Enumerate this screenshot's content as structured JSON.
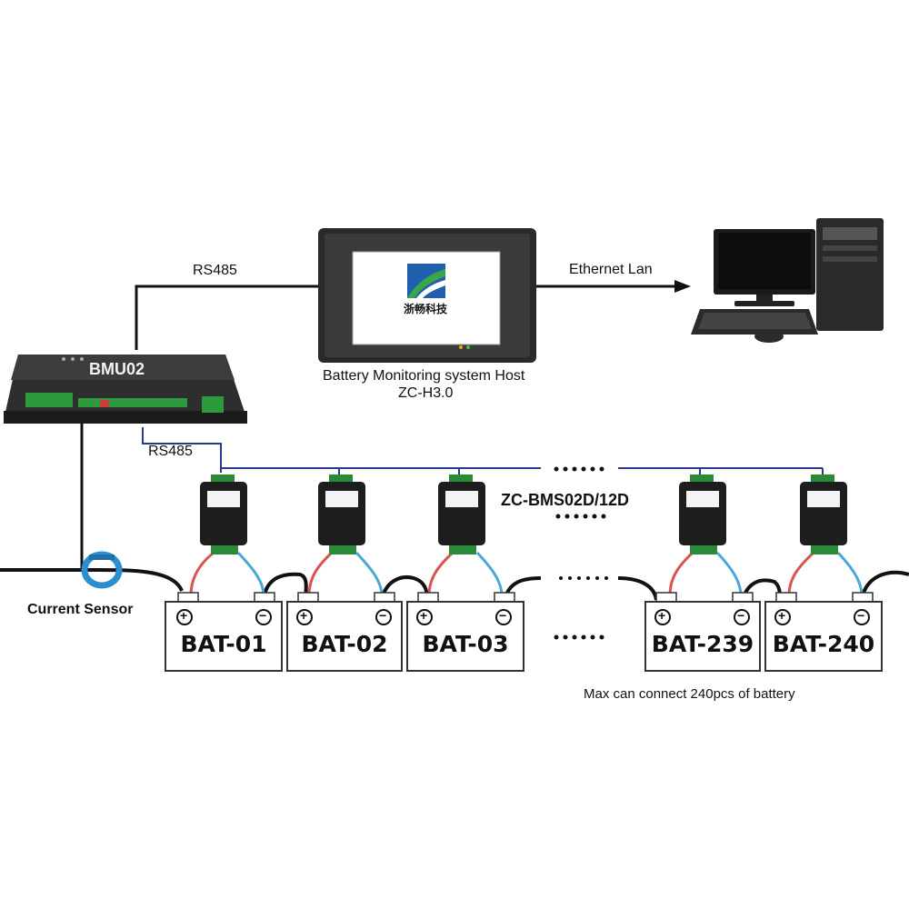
{
  "host": {
    "screen_brand": "浙畅科技",
    "caption_line1": "Battery Monitoring system Host",
    "caption_line2": "ZC-H3.0"
  },
  "bmu": {
    "model_label": "BMU02"
  },
  "links": {
    "rs485_top": "RS485",
    "rs485_bottom": "RS485",
    "ethernet": "Ethernet Lan"
  },
  "bms_module": {
    "model_label": "ZC-BMS02D/12D"
  },
  "current_sensor": {
    "label": "Current Sensor"
  },
  "batteries": [
    "BAT-01",
    "BAT-02",
    "BAT-03",
    "BAT-239",
    "BAT-240"
  ],
  "terminals": {
    "positive": "+",
    "negative": "−"
  },
  "capacity_note": "Max can connect 240pcs of battery",
  "colors": {
    "cable": "#111111",
    "rs485_bus": "#2b3a8f",
    "red_lead": "#d9534f",
    "blue_lead": "#4aa8d8",
    "sensor_ring": "#2a8fd0",
    "terminal_green": "#2e9a3e",
    "host_logo_blue": "#1f5fae",
    "host_logo_green": "#3aa54a"
  }
}
